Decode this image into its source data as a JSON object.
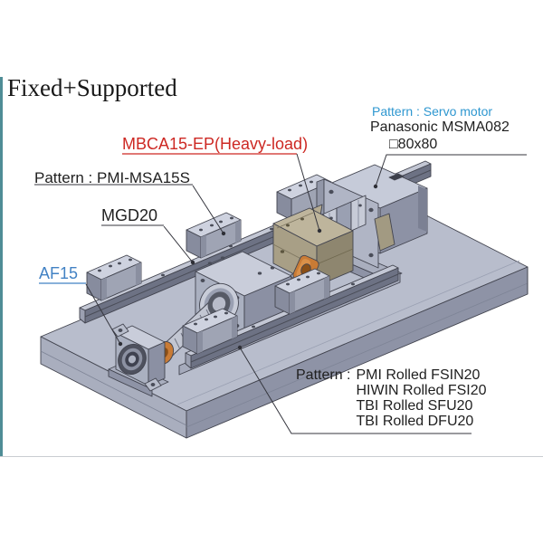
{
  "title": "Fixed+Supported",
  "colors": {
    "frame_teal": "#4f8d96",
    "label_red": "#cd2823",
    "label_blue": "#4282c4",
    "servo_blue": "#2e97d0",
    "text_dark": "#1f1f1f",
    "cad_body": "#b3b8c8",
    "cad_orange": "#c97b35",
    "cad_tan": "#b4ab92"
  },
  "labels": {
    "mbca": "MBCA15-EP(Heavy-load)",
    "guide_pattern": "Pattern : PMI-MSA15S",
    "mgd": "MGD20",
    "af": "AF15",
    "servo_pattern": "Pattern : Servo motor",
    "servo_model": "Panasonic MSMA082",
    "servo_size": "□80x80",
    "screw_pattern_prefix": "Pattern :",
    "screw_patterns": [
      "PMI Rolled FSIN20",
      "HIWIN Rolled FSI20",
      "TBI Rolled SFU20",
      "TBI Rolled DFU20"
    ]
  }
}
